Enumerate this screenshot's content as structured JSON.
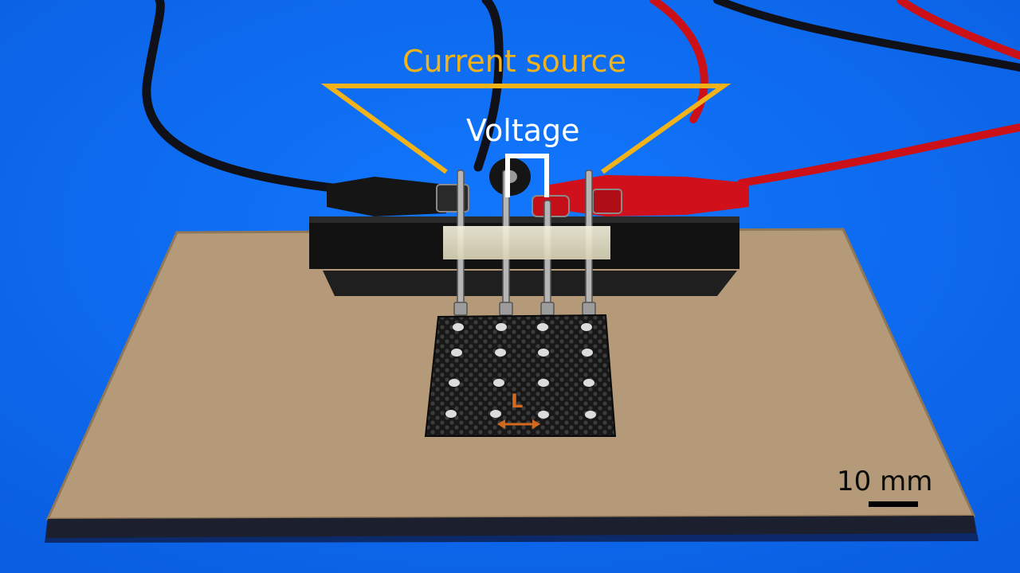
{
  "annotations": {
    "current_source": "Current source",
    "voltage": "Voltage",
    "length_symbol": "L",
    "scale_bar": "10 mm"
  },
  "colors": {
    "background": "#0a6cf2",
    "board": "#b49a78",
    "sample": "#1a1a1a",
    "current_bracket": "#f2b21a",
    "voltage_bracket": "#ffffff",
    "length_arrow": "#d2691e",
    "black_lead": "#141414",
    "red_lead": "#d0101a"
  }
}
